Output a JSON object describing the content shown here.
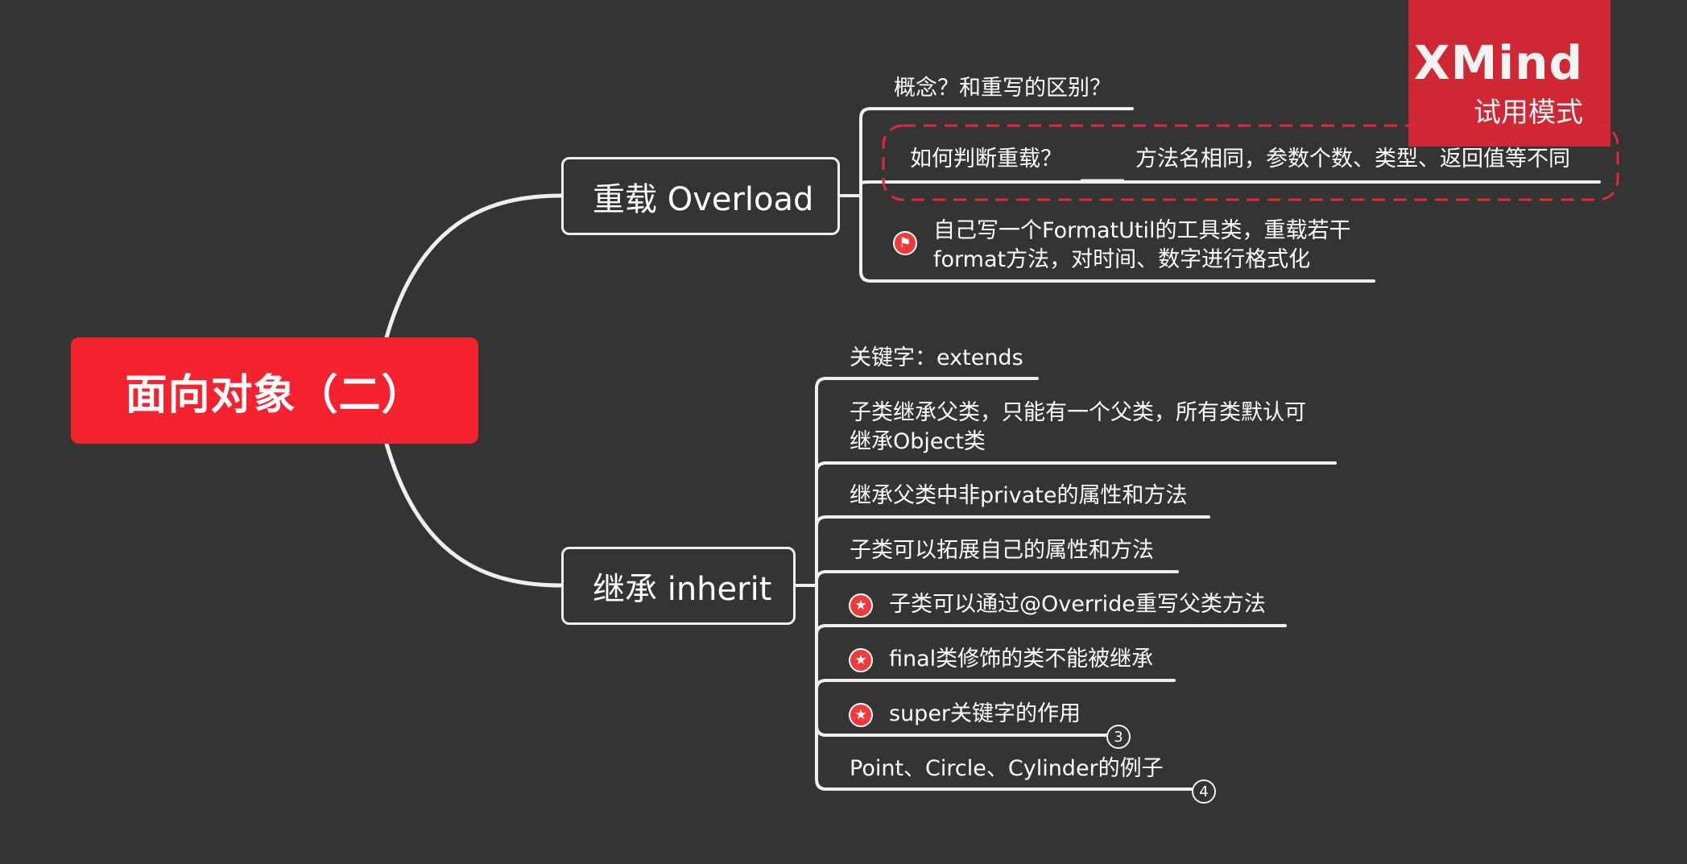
{
  "root": {
    "title": "面向对象（二）"
  },
  "overload": {
    "label": "重载 Overload",
    "children": [
      {
        "text": "概念？和重写的区别？"
      },
      {
        "text": "如何判断重载？",
        "note": "方法名相同，参数个数、类型、返回值等不同"
      },
      {
        "lines": [
          "自己写一个FormatUtil的工具类，重载若干",
          "format方法，对时间、数字进行格式化"
        ],
        "marker": "flag-icon"
      }
    ]
  },
  "inherit": {
    "label": "继承 inherit",
    "children": [
      {
        "text": "关键字：extends"
      },
      {
        "lines": [
          "子类继承父类，只能有一个父类，所有类默认可",
          "继承Object类"
        ]
      },
      {
        "text": "继承父类中非private的属性和方法"
      },
      {
        "text": "子类可以拓展自己的属性和方法"
      },
      {
        "text": "子类可以通过@Override重写父类方法",
        "marker": "star-icon"
      },
      {
        "text": "final类修饰的类不能被继承",
        "marker": "star-icon"
      },
      {
        "text": "super关键字的作用",
        "marker": "star-icon",
        "collapsed_count": "3"
      },
      {
        "text": "Point、Circle、Cylinder的例子",
        "collapsed_count": "4"
      }
    ]
  },
  "watermark": {
    "logo": "XMind",
    "subtitle": "试用模式"
  },
  "colors": {
    "background": "#343434",
    "root": "#f5222f",
    "line": "#efefef",
    "marker": "#f23a3a",
    "highlight": "#e2283a"
  }
}
